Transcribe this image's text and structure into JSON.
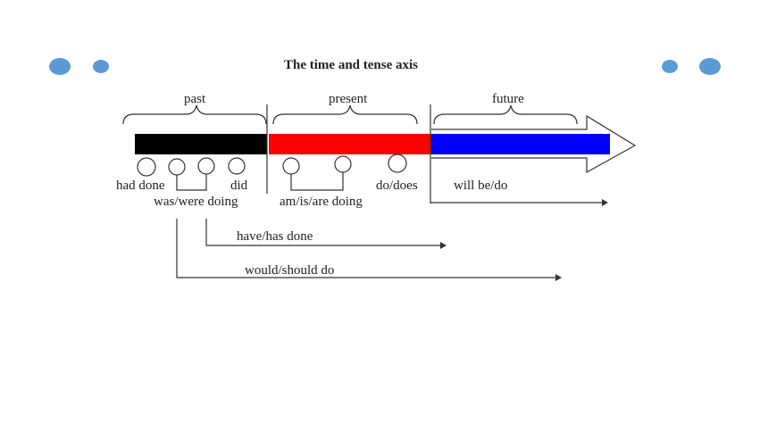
{
  "title": "The time and tense axis",
  "colors": {
    "past_bar": "#000000",
    "present_bar": "#ff0000",
    "future_bar": "#0000ff",
    "dot": "#5b9bd5"
  },
  "sections": {
    "past": "past",
    "present": "present",
    "future": "future"
  },
  "tenses": {
    "had_done": "had done",
    "did": "did",
    "was_were_doing": "was/were doing",
    "am_is_are_doing": "am/is/are doing",
    "do_does": "do/does",
    "will_be_do": "will be/do",
    "have_has_done": "have/has done",
    "would_should_do": "would/should do"
  }
}
